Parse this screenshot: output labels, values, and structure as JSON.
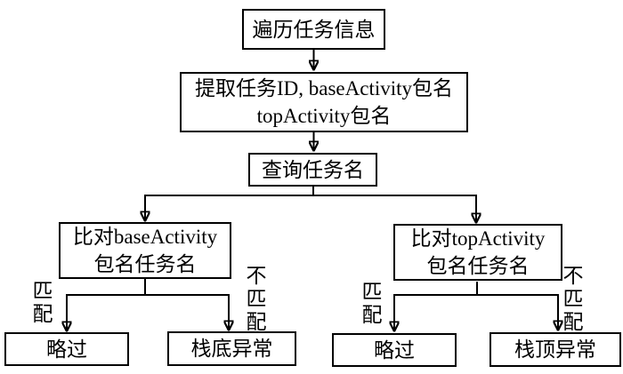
{
  "diagram": {
    "type": "flowchart",
    "language": "zh-CN",
    "colors": {
      "background": "#ffffff",
      "line": "#000000",
      "box_border": "#000000",
      "text": "#000000"
    },
    "nodes": {
      "traverse": {
        "label": "遍历任务信息"
      },
      "extract": {
        "line1": "提取任务ID, baseActivity包名",
        "line2": "topActivity包名"
      },
      "query": {
        "label": "查询任务名"
      },
      "compare_base": {
        "line1": "比对baseActivity",
        "line2": "包名任务名"
      },
      "compare_top": {
        "line1": "比对topActivity",
        "line2": "包名任务名"
      },
      "skip_left": {
        "label": "略过"
      },
      "stack_bottom_exception": {
        "label": "栈底异常"
      },
      "skip_right": {
        "label": "略过"
      },
      "stack_top_exception": {
        "label": "栈顶异常"
      }
    },
    "edge_labels": {
      "match_left": "匹\n配",
      "no_match_left": "不\n匹\n配",
      "match_right": "匹\n配",
      "no_match_right": "不\n匹\n配"
    },
    "edges": [
      {
        "from": "traverse",
        "to": "extract"
      },
      {
        "from": "extract",
        "to": "query"
      },
      {
        "from": "query",
        "to": "compare_base"
      },
      {
        "from": "query",
        "to": "compare_top"
      },
      {
        "from": "compare_base",
        "to": "skip_left",
        "label": "匹配"
      },
      {
        "from": "compare_base",
        "to": "stack_bottom_exception",
        "label": "不匹配"
      },
      {
        "from": "compare_top",
        "to": "skip_right",
        "label": "匹配"
      },
      {
        "from": "compare_top",
        "to": "stack_top_exception",
        "label": "不匹配"
      }
    ]
  }
}
